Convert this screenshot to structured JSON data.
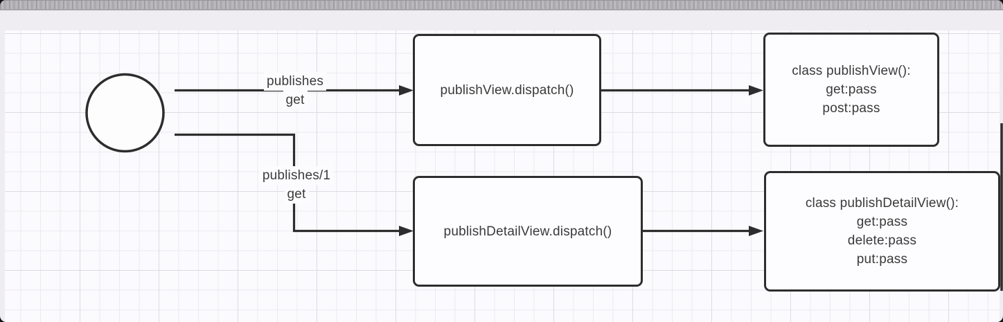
{
  "window": {
    "topbar_color": "#b5b3b8",
    "canvas_color": "#fbfafd",
    "grid_color": "#eceaef",
    "stroke_color": "#2d2d2d",
    "text_color": "#3a3a3a"
  },
  "diagram": {
    "start": {
      "shape": "circle",
      "label": ""
    },
    "edges": [
      {
        "id": "request-publishes",
        "labels": [
          "publishes",
          "get"
        ]
      },
      {
        "id": "request-publishes-1",
        "labels": [
          "publishes/1",
          "get"
        ]
      }
    ],
    "nodes": [
      {
        "id": "publish-view-dispatch",
        "label": "publishView.dispatch()"
      },
      {
        "id": "publish-view-class",
        "lines": [
          "class publishView():",
          "get:pass",
          "post:pass"
        ]
      },
      {
        "id": "publish-detail-view-dispatch",
        "label": "publishDetailView.dispatch()"
      },
      {
        "id": "publish-detail-view-class",
        "lines": [
          "class publishDetailView():",
          "get:pass",
          "delete:pass",
          "put:pass"
        ]
      }
    ]
  }
}
